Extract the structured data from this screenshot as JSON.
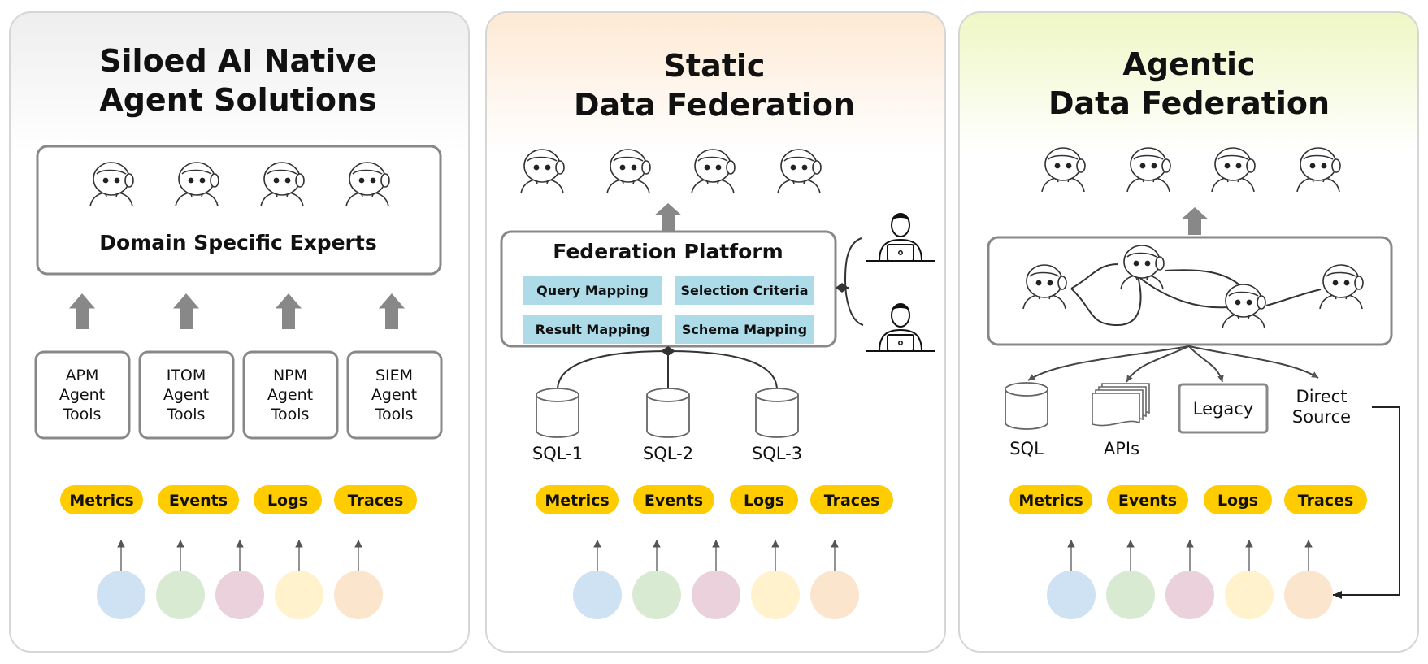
{
  "panels": [
    {
      "title_line1": "Siloed AI Native",
      "title_line2": "Agent Solutions",
      "gradient_top": "#eeeeee",
      "experts_label": "Domain Specific Experts",
      "tools": [
        {
          "line1": "APM",
          "line2": "Agent",
          "line3": "Tools"
        },
        {
          "line1": "ITOM",
          "line2": "Agent",
          "line3": "Tools"
        },
        {
          "line1": "NPM",
          "line2": "Agent",
          "line3": "Tools"
        },
        {
          "line1": "SIEM",
          "line2": "Agent",
          "line3": "Tools"
        }
      ]
    },
    {
      "title_line1": "Static",
      "title_line2": "Data Federation",
      "gradient_top": "#fde9d4",
      "platform_label": "Federation Platform",
      "mapping_boxes": [
        "Query Mapping",
        "Selection Criteria",
        "Result Mapping",
        "Schema Mapping"
      ],
      "databases": [
        "SQL-1",
        "SQL-2",
        "SQL-3"
      ]
    },
    {
      "title_line1": "Agentic",
      "title_line2": "Data Federation",
      "gradient_top": "#eef7c4",
      "sources": [
        "SQL",
        "APIs",
        "Legacy"
      ],
      "direct_source_line1": "Direct",
      "direct_source_line2": "Source"
    }
  ],
  "pills": [
    "Metrics",
    "Events",
    "Logs",
    "Traces"
  ],
  "colors": {
    "pill": "#ffcc00",
    "mapping_box": "#addbe8",
    "arrow_gray": "#888888",
    "panel_border": "#d6d6d6",
    "box_border": "#888888",
    "circles": [
      "#cfe2f3",
      "#d9ead3",
      "#ead1dc",
      "#fff2cc",
      "#fce5cd"
    ]
  },
  "icons": {
    "agent": "robot-icon",
    "human": "person-laptop-icon",
    "database": "database-icon",
    "api": "stacked-pages-icon"
  }
}
